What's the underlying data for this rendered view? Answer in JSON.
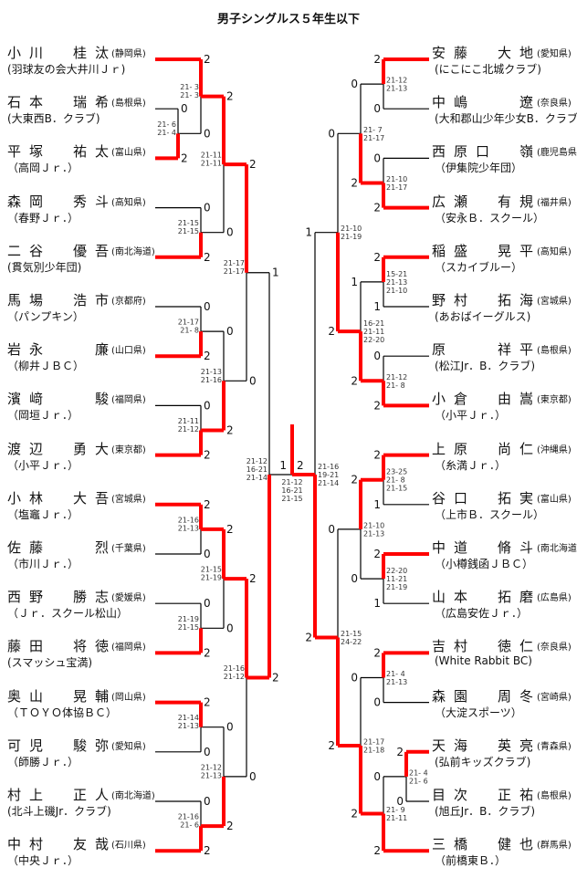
{
  "title": "男子シングルス５年生以下",
  "colors": {
    "winner_line": "#ff0000",
    "loser_line": "#000000"
  },
  "left_players": [
    {
      "name": "小川　桂汰",
      "pref": "(静岡県)",
      "club": "(羽球友の会大井川Ｊｒ)"
    },
    {
      "name": "石本　瑞希",
      "pref": "(島根県)",
      "club": "(大東西B．クラブ)"
    },
    {
      "name": "平塚　祐太",
      "pref": "(富山県)",
      "club": "（高岡Ｊｒ．）"
    },
    {
      "name": "森岡　秀斗",
      "pref": "(高知県)",
      "club": "（春野Ｊｒ．）"
    },
    {
      "name": "二谷　優吾",
      "pref": "(南北海道)",
      "club": "(貫気別少年団)"
    },
    {
      "name": "馬場　浩市",
      "pref": "(京都府)",
      "club": "（パンプキン）"
    },
    {
      "name": "岩永　　廉",
      "pref": "(山口県)",
      "club": "（柳井ＪＢＣ）"
    },
    {
      "name": "濱﨑　　駿",
      "pref": "(福岡県)",
      "club": "（岡垣Ｊｒ．）"
    },
    {
      "name": "渡辺　勇大",
      "pref": "(東京都)",
      "club": "（小平Ｊｒ．）"
    },
    {
      "name": "小林　大吾",
      "pref": "(宮城県)",
      "club": "（塩竈Ｊｒ．）"
    },
    {
      "name": "佐藤　　烈",
      "pref": "(千葉県)",
      "club": "（市川Ｊｒ．）"
    },
    {
      "name": "西野　勝志",
      "pref": "(愛媛県)",
      "club": "（Ｊｒ．スクール松山）"
    },
    {
      "name": "藤田　将徳",
      "pref": "(福岡県)",
      "club": "(スマッシュ宝満)"
    },
    {
      "name": "奥山　晃輔",
      "pref": "(岡山県)",
      "club": "（ＴＯＹＯ体協ＢＣ）"
    },
    {
      "name": "可児　駿弥",
      "pref": "(愛知県)",
      "club": "（師勝Ｊｒ．）"
    },
    {
      "name": "村上　正人",
      "pref": "(南北海道)",
      "club": "(北斗上磯Jr．クラブ)"
    },
    {
      "name": "中村　友哉",
      "pref": "(石川県)",
      "club": "（中央Ｊｒ．）"
    }
  ],
  "right_players": [
    {
      "name": "安藤　大地",
      "pref": "(愛知県)",
      "club": "(にこにこ北城クラブ)"
    },
    {
      "name": "中嶋　　遼",
      "pref": "(奈良県)",
      "club": "(大和郡山少年少女B．クラブ)"
    },
    {
      "name": "西原口　嶺",
      "pref": "(鹿児島県)",
      "club": "（伊集院少年団）"
    },
    {
      "name": "広瀬　有規",
      "pref": "(福井県)",
      "club": "（安永Ｂ．スクール）"
    },
    {
      "name": "稲盛　晃平",
      "pref": "(高知県)",
      "club": "（スカイブルー）"
    },
    {
      "name": "野村　拓海",
      "pref": "(宮城県)",
      "club": "(あおばイーグルス)"
    },
    {
      "name": "原　　祥平",
      "pref": "(島根県)",
      "club": "(松江Jr．B．クラブ)"
    },
    {
      "name": "小倉　由嵩",
      "pref": "(東京都)",
      "club": "（小平Ｊｒ．）"
    },
    {
      "name": "上原　尚仁",
      "pref": "(沖縄県)",
      "club": "（糸満Ｊｒ．）"
    },
    {
      "name": "谷口　拓実",
      "pref": "(富山県)",
      "club": "（上市Ｂ．スクール）"
    },
    {
      "name": "中道　脩斗",
      "pref": "(南北海道)",
      "club": "（小樽銭函ＪＢＣ）"
    },
    {
      "name": "山本　拓磨",
      "pref": "(広島県)",
      "club": "（広島安佐Ｊｒ．）"
    },
    {
      "name": "吉村　徳仁",
      "pref": "(奈良県)",
      "club": "(White Rabbit BC)"
    },
    {
      "name": "森園　周冬",
      "pref": "(宮崎県)",
      "club": "（大淀スポーツ）"
    },
    {
      "name": "天海　英亮",
      "pref": "(青森県)",
      "club": "(弘前キッズクラブ)"
    },
    {
      "name": "目次　正祐",
      "pref": "(島根県)",
      "club": "(旭丘Jr．B．クラブ)"
    },
    {
      "name": "三橋　健也",
      "pref": "(群馬県)",
      "club": "（前橋東Ｂ．）"
    }
  ],
  "left_bracket": {
    "s": [
      "21-12",
      "16-21",
      "21-14"
    ],
    "g": [
      "1",
      "2"
    ],
    "c": [
      {
        "s": [
          "21-17",
          "21-17"
        ],
        "g": [
          "2",
          "0"
        ],
        "c": [
          {
            "s": [
              "21-11",
              "21-11"
            ],
            "g": [
              "2",
              "0"
            ],
            "c": [
              {
                "s": [
                  "21- 3",
                  "21- 3"
                ],
                "g": [
                  "2",
                  "0"
                ],
                "c": [
                  0,
                  {
                    "s": [
                      "21- 6",
                      "21- 4"
                    ],
                    "g": [
                      "0",
                      "2"
                    ],
                    "c": [
                      1,
                      2
                    ]
                  }
                ]
              },
              {
                "s": [
                  "21-15",
                  "21-15"
                ],
                "g": [
                  "0",
                  "2"
                ],
                "c": [
                  3,
                  4
                ]
              }
            ]
          },
          {
            "s": [
              "21-13",
              "21-16"
            ],
            "g": [
              "0",
              "2"
            ],
            "c": [
              {
                "s": [
                  "21-17",
                  "21- 8"
                ],
                "g": [
                  "0",
                  "2"
                ],
                "c": [
                  5,
                  6
                ]
              },
              {
                "s": [
                  "21-11",
                  "21-12"
                ],
                "g": [
                  "0",
                  "2"
                ],
                "c": [
                  7,
                  8
                ]
              }
            ]
          }
        ]
      },
      {
        "s": [
          "21-16",
          "21-12"
        ],
        "g": [
          "2",
          "0"
        ],
        "c": [
          {
            "s": [
              "21-15",
              "21-19"
            ],
            "g": [
              "2",
              "0"
            ],
            "c": [
              {
                "s": [
                  "21-16",
                  "21-13"
                ],
                "g": [
                  "2",
                  "0"
                ],
                "c": [
                  9,
                  10
                ]
              },
              {
                "s": [
                  "21-19",
                  "21-15"
                ],
                "g": [
                  "0",
                  "2"
                ],
                "c": [
                  11,
                  12
                ]
              }
            ]
          },
          {
            "s": [
              "21-12",
              "21-13"
            ],
            "g": [
              "0",
              "2"
            ],
            "c": [
              {
                "s": [
                  "21-14",
                  "21-13"
                ],
                "g": [
                  "2",
                  "0"
                ],
                "c": [
                  13,
                  14
                ]
              },
              {
                "s": [
                  "21-16",
                  "21- 6"
                ],
                "g": [
                  "0",
                  "2"
                ],
                "c": [
                  15,
                  16
                ]
              }
            ]
          }
        ]
      }
    ]
  },
  "right_bracket": {
    "s": [
      "21-16",
      "19-21",
      "21-14"
    ],
    "g": [
      "1",
      "2"
    ],
    "c": [
      {
        "s": [
          "21-10",
          "21-19"
        ],
        "g": [
          "0",
          "2"
        ],
        "c": [
          {
            "s": [
              "21- 7",
              "21-17"
            ],
            "g": [
              "0",
              "2"
            ],
            "c": [
              {
                "s": [
                  "21-12",
                  "21-13"
                ],
                "g": [
                  "2",
                  "0"
                ],
                "c": [
                  0,
                  1
                ]
              },
              {
                "s": [
                  "21-10",
                  "21-17"
                ],
                "g": [
                  "0",
                  "2"
                ],
                "c": [
                  2,
                  3
                ]
              }
            ]
          },
          {
            "s": [
              "16-21",
              "21-11",
              "22-20"
            ],
            "g": [
              "1",
              "2"
            ],
            "c": [
              {
                "s": [
                  "15-21",
                  "21-13",
                  "21-10"
                ],
                "g": [
                  "2",
                  "1"
                ],
                "c": [
                  4,
                  5
                ]
              },
              {
                "s": [
                  "21-12",
                  "21- 8"
                ],
                "g": [
                  "0",
                  "2"
                ],
                "c": [
                  6,
                  7
                ]
              }
            ]
          }
        ]
      },
      {
        "s": [
          "21-15",
          "24-22"
        ],
        "g": [
          "0",
          "2"
        ],
        "c": [
          {
            "s": [
              "21-10",
              "21-13"
            ],
            "g": [
              "2",
              "0"
            ],
            "c": [
              {
                "s": [
                  "23-25",
                  "21- 8",
                  "21-15"
                ],
                "g": [
                  "2",
                  "1"
                ],
                "c": [
                  8,
                  9
                ]
              },
              {
                "s": [
                  "22-20",
                  "11-21",
                  "21-19"
                ],
                "g": [
                  "2",
                  "1"
                ],
                "c": [
                  10,
                  11
                ]
              }
            ]
          },
          {
            "s": [
              "21-17",
              "21-18"
            ],
            "g": [
              "0",
              "2"
            ],
            "c": [
              {
                "s": [
                  "21- 4",
                  "21-13"
                ],
                "g": [
                  "2",
                  "0"
                ],
                "c": [
                  12,
                  13
                ]
              },
              {
                "s": [
                  "21- 9",
                  "21-11"
                ],
                "g": [
                  "0",
                  "2"
                ],
                "c": [
                  {
                    "s": [
                      "21- 4",
                      "21- 6"
                    ],
                    "g": [
                      "2",
                      "0"
                    ],
                    "c": [
                      14,
                      15
                    ]
                  },
                  16
                ]
              }
            ]
          }
        ]
      }
    ]
  },
  "final": {
    "left_games": "1",
    "right_games": "2",
    "scores": [
      "21-12",
      "16-21",
      "21-15"
    ]
  }
}
